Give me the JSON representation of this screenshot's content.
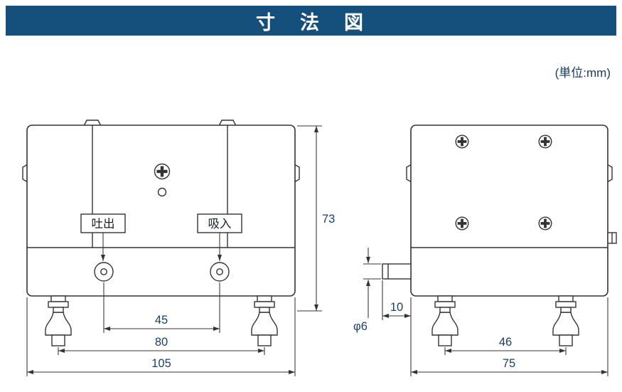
{
  "header": {
    "title": "寸　法　図"
  },
  "unit_note": "(単位:mm)",
  "front_view": {
    "port_labels": {
      "discharge": "吐出",
      "suction": "吸入"
    },
    "dims": {
      "port_spacing": "45",
      "foot_spacing": "80",
      "overall_width": "105",
      "overall_height": "73"
    }
  },
  "side_view": {
    "dims": {
      "nozzle_projection": "10",
      "nozzle_diameter": "φ6",
      "foot_spacing": "46",
      "overall_width": "75"
    }
  },
  "colors": {
    "header_bg": "#15507c",
    "header_text": "#ffffff",
    "note_text": "#173a5e",
    "dim_text": "#1c3f66",
    "line": "#333333",
    "background": "#ffffff"
  }
}
